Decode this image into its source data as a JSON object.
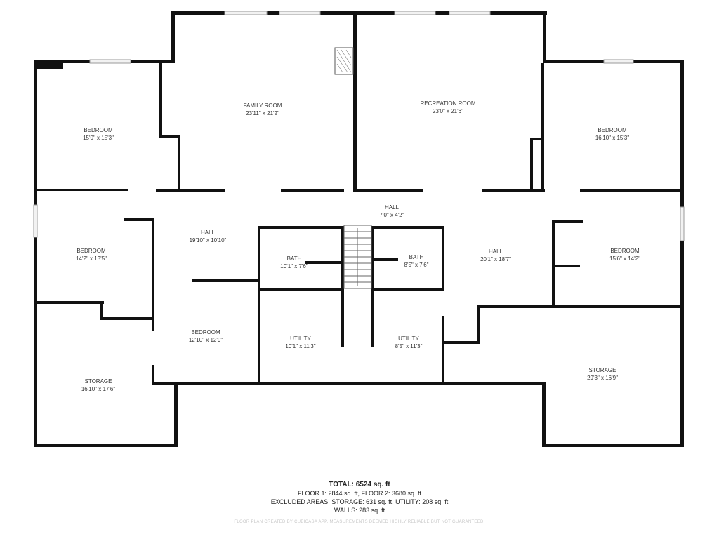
{
  "rooms": [
    {
      "id": "family-room",
      "name": "FAMILY ROOM",
      "dims": "23'11\" x 21'2\""
    },
    {
      "id": "recreation-room",
      "name": "RECREATION ROOM",
      "dims": "23'0\" x 21'6\""
    },
    {
      "id": "bedroom-nw",
      "name": "BEDROOM",
      "dims": "15'0\" x 15'3\""
    },
    {
      "id": "bedroom-ne",
      "name": "BEDROOM",
      "dims": "16'10\" x 15'3\""
    },
    {
      "id": "bedroom-w",
      "name": "BEDROOM",
      "dims": "14'2\" x 13'5\""
    },
    {
      "id": "bedroom-e",
      "name": "BEDROOM",
      "dims": "15'6\" x 14'2\""
    },
    {
      "id": "hall-w",
      "name": "HALL",
      "dims": "19'10\" x 10'10\""
    },
    {
      "id": "hall-center",
      "name": "HALL",
      "dims": "7'0\" x 4'2\""
    },
    {
      "id": "hall-e",
      "name": "HALL",
      "dims": "20'1\" x 18'7\""
    },
    {
      "id": "bath-w",
      "name": "BATH",
      "dims": "10'1\" x 7'6\""
    },
    {
      "id": "bath-e",
      "name": "BATH",
      "dims": "8'5\" x 7'6\""
    },
    {
      "id": "bedroom-center",
      "name": "BEDROOM",
      "dims": "12'10\" x 12'9\""
    },
    {
      "id": "utility-w",
      "name": "UTILITY",
      "dims": "10'1\" x 11'3\""
    },
    {
      "id": "utility-e",
      "name": "UTILITY",
      "dims": "8'5\" x 11'3\""
    },
    {
      "id": "storage-w",
      "name": "STORAGE",
      "dims": "16'10\" x 17'6\""
    },
    {
      "id": "storage-e",
      "name": "STORAGE",
      "dims": "29'3\" x 16'9\""
    }
  ],
  "footer": {
    "total": "TOTAL: 6524 sq. ft",
    "floors": "FLOOR 1: 2844 sq. ft, FLOOR 2: 3680 sq. ft",
    "excluded": "EXCLUDED AREAS: STORAGE: 631 sq. ft, UTILITY: 208 sq. ft",
    "walls": "WALLS: 283 sq. ft",
    "disclaimer": "FLOOR PLAN CREATED BY CUBICASA APP. MEASUREMENTS DEEMED HIGHLY RELIABLE BUT NOT GUARANTEED."
  }
}
